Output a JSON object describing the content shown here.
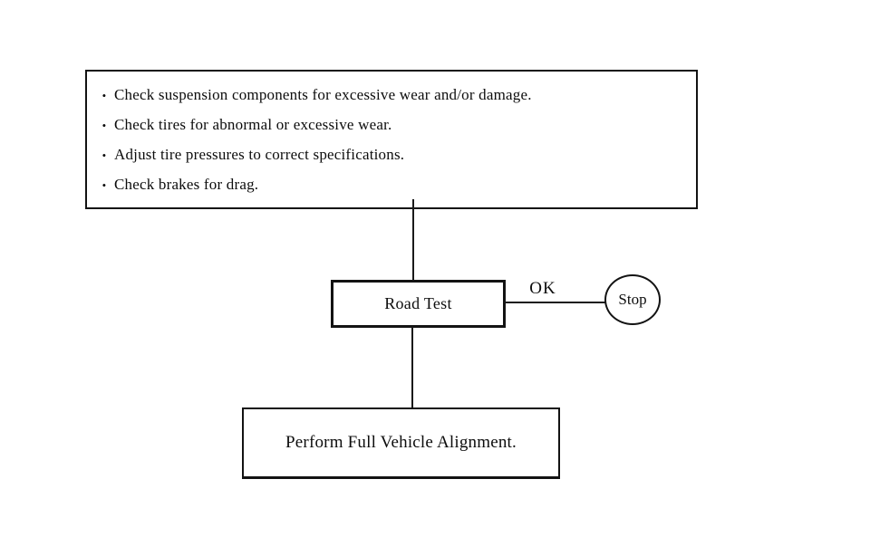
{
  "diagram": {
    "checklist_box": {
      "bullet": "•",
      "items": [
        "Check suspension components for excessive wear and/or damage.",
        "Check tires for abnormal or excessive wear.",
        "Adjust tire pressures to correct specifications.",
        "Check brakes for drag."
      ]
    },
    "road_test_box": {
      "label": "Road Test"
    },
    "ok_edge_label": "OK",
    "stop_node": {
      "label": "Stop"
    },
    "alignment_box": {
      "label": "Perform Full Vehicle Alignment."
    },
    "colors": {
      "ink": "#131313",
      "background": "#ffffff"
    }
  }
}
